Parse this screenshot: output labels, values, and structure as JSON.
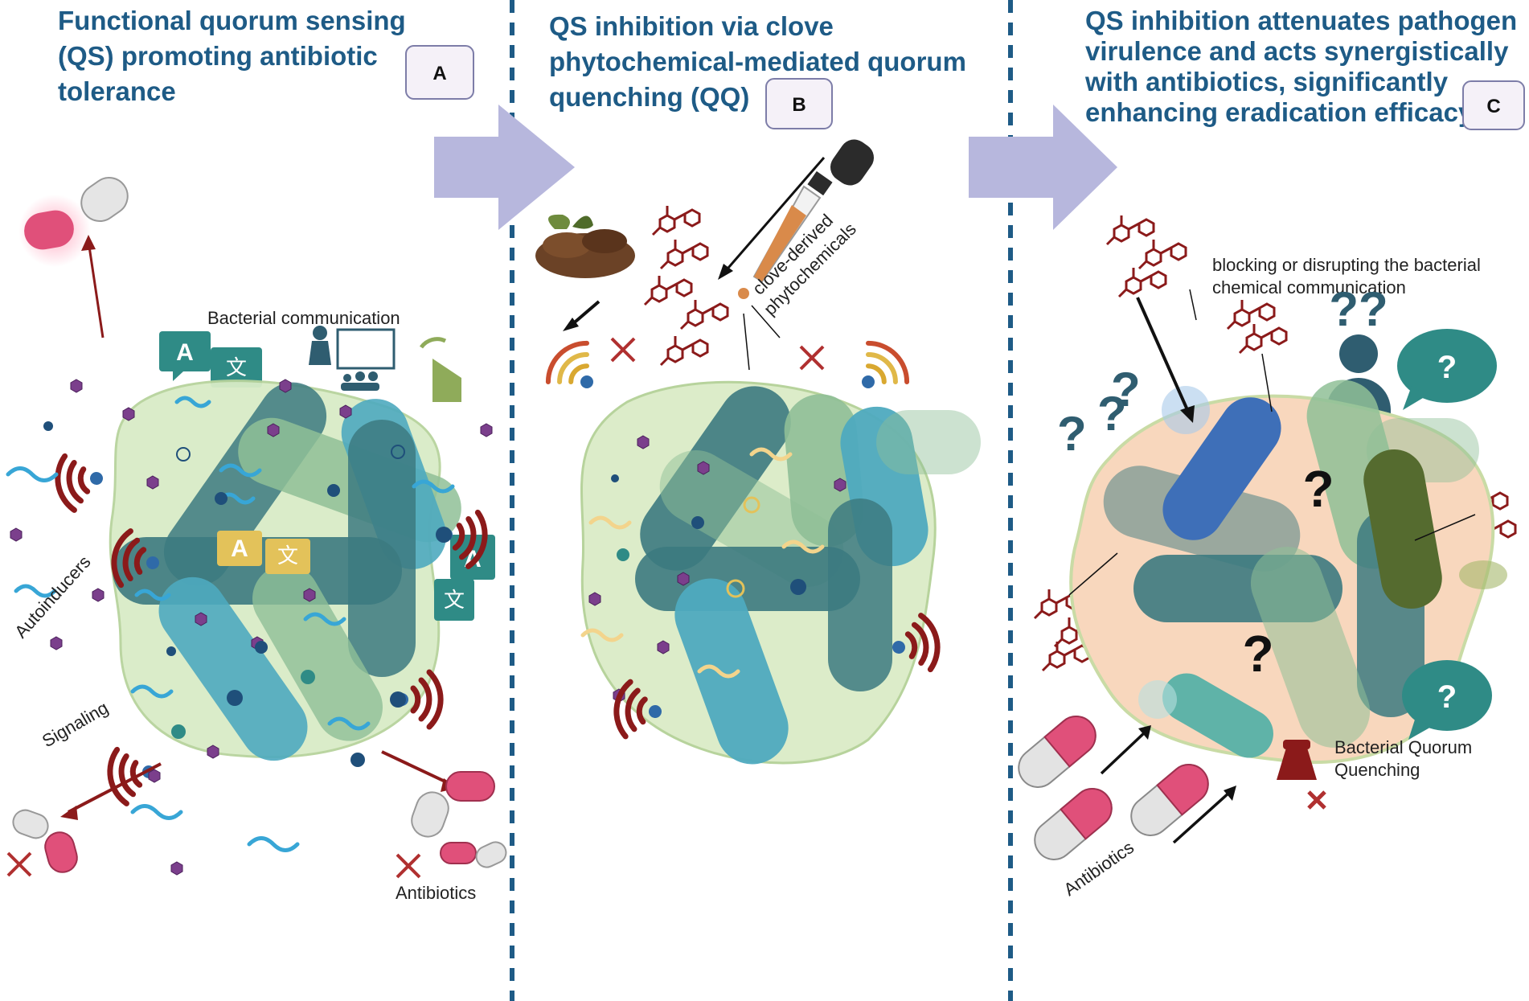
{
  "panels": {
    "a": {
      "title_lines": [
        "Functional quorum sensing",
        "(QS) promoting antibiotic",
        "tolerance"
      ],
      "badge": "A",
      "labels": {
        "communication": "Bacterial communication",
        "autoinducers": "Autoinducers",
        "signaling": "Signaling",
        "antibiotics": "Antibiotics"
      }
    },
    "b": {
      "title_lines": [
        "QS inhibition via clove",
        "phytochemical-mediated quorum",
        "quenching (QQ)"
      ],
      "badge": "B",
      "labels": {
        "clove_line1": "clove-derived",
        "clove_line2": "phytochemicals"
      }
    },
    "c": {
      "title_lines": [
        "QS inhibition attenuates pathogen",
        "virulence and acts synergistically",
        "with antibiotics, significantly",
        "enhancing eradication efficacy."
      ],
      "badge": "C",
      "labels": {
        "blocking_line1": "blocking or disrupting the bacterial",
        "blocking_line2": "chemical communication",
        "quenching_line1": "Bacterial Quorum",
        "quenching_line2": "Quenching",
        "antibiotics": "Antibiotics"
      }
    }
  },
  "glyphs": {
    "question": "?",
    "question_marks": "??",
    "latin_a": "A",
    "cjk": "文"
  },
  "colors": {
    "title": "#1e5b86",
    "divider": "#1e5b86",
    "arrow_block": "#b7b7dd",
    "biofilm_green": "#d9ecc7",
    "biofilm_peach": "#f8d7bd",
    "rod_dark_teal": "#3c7a80",
    "rod_teal": "#4eaabf",
    "rod_green": "#8fbf97",
    "signal_red": "#8b1a1a",
    "capsule_pink": "#e0507a"
  }
}
